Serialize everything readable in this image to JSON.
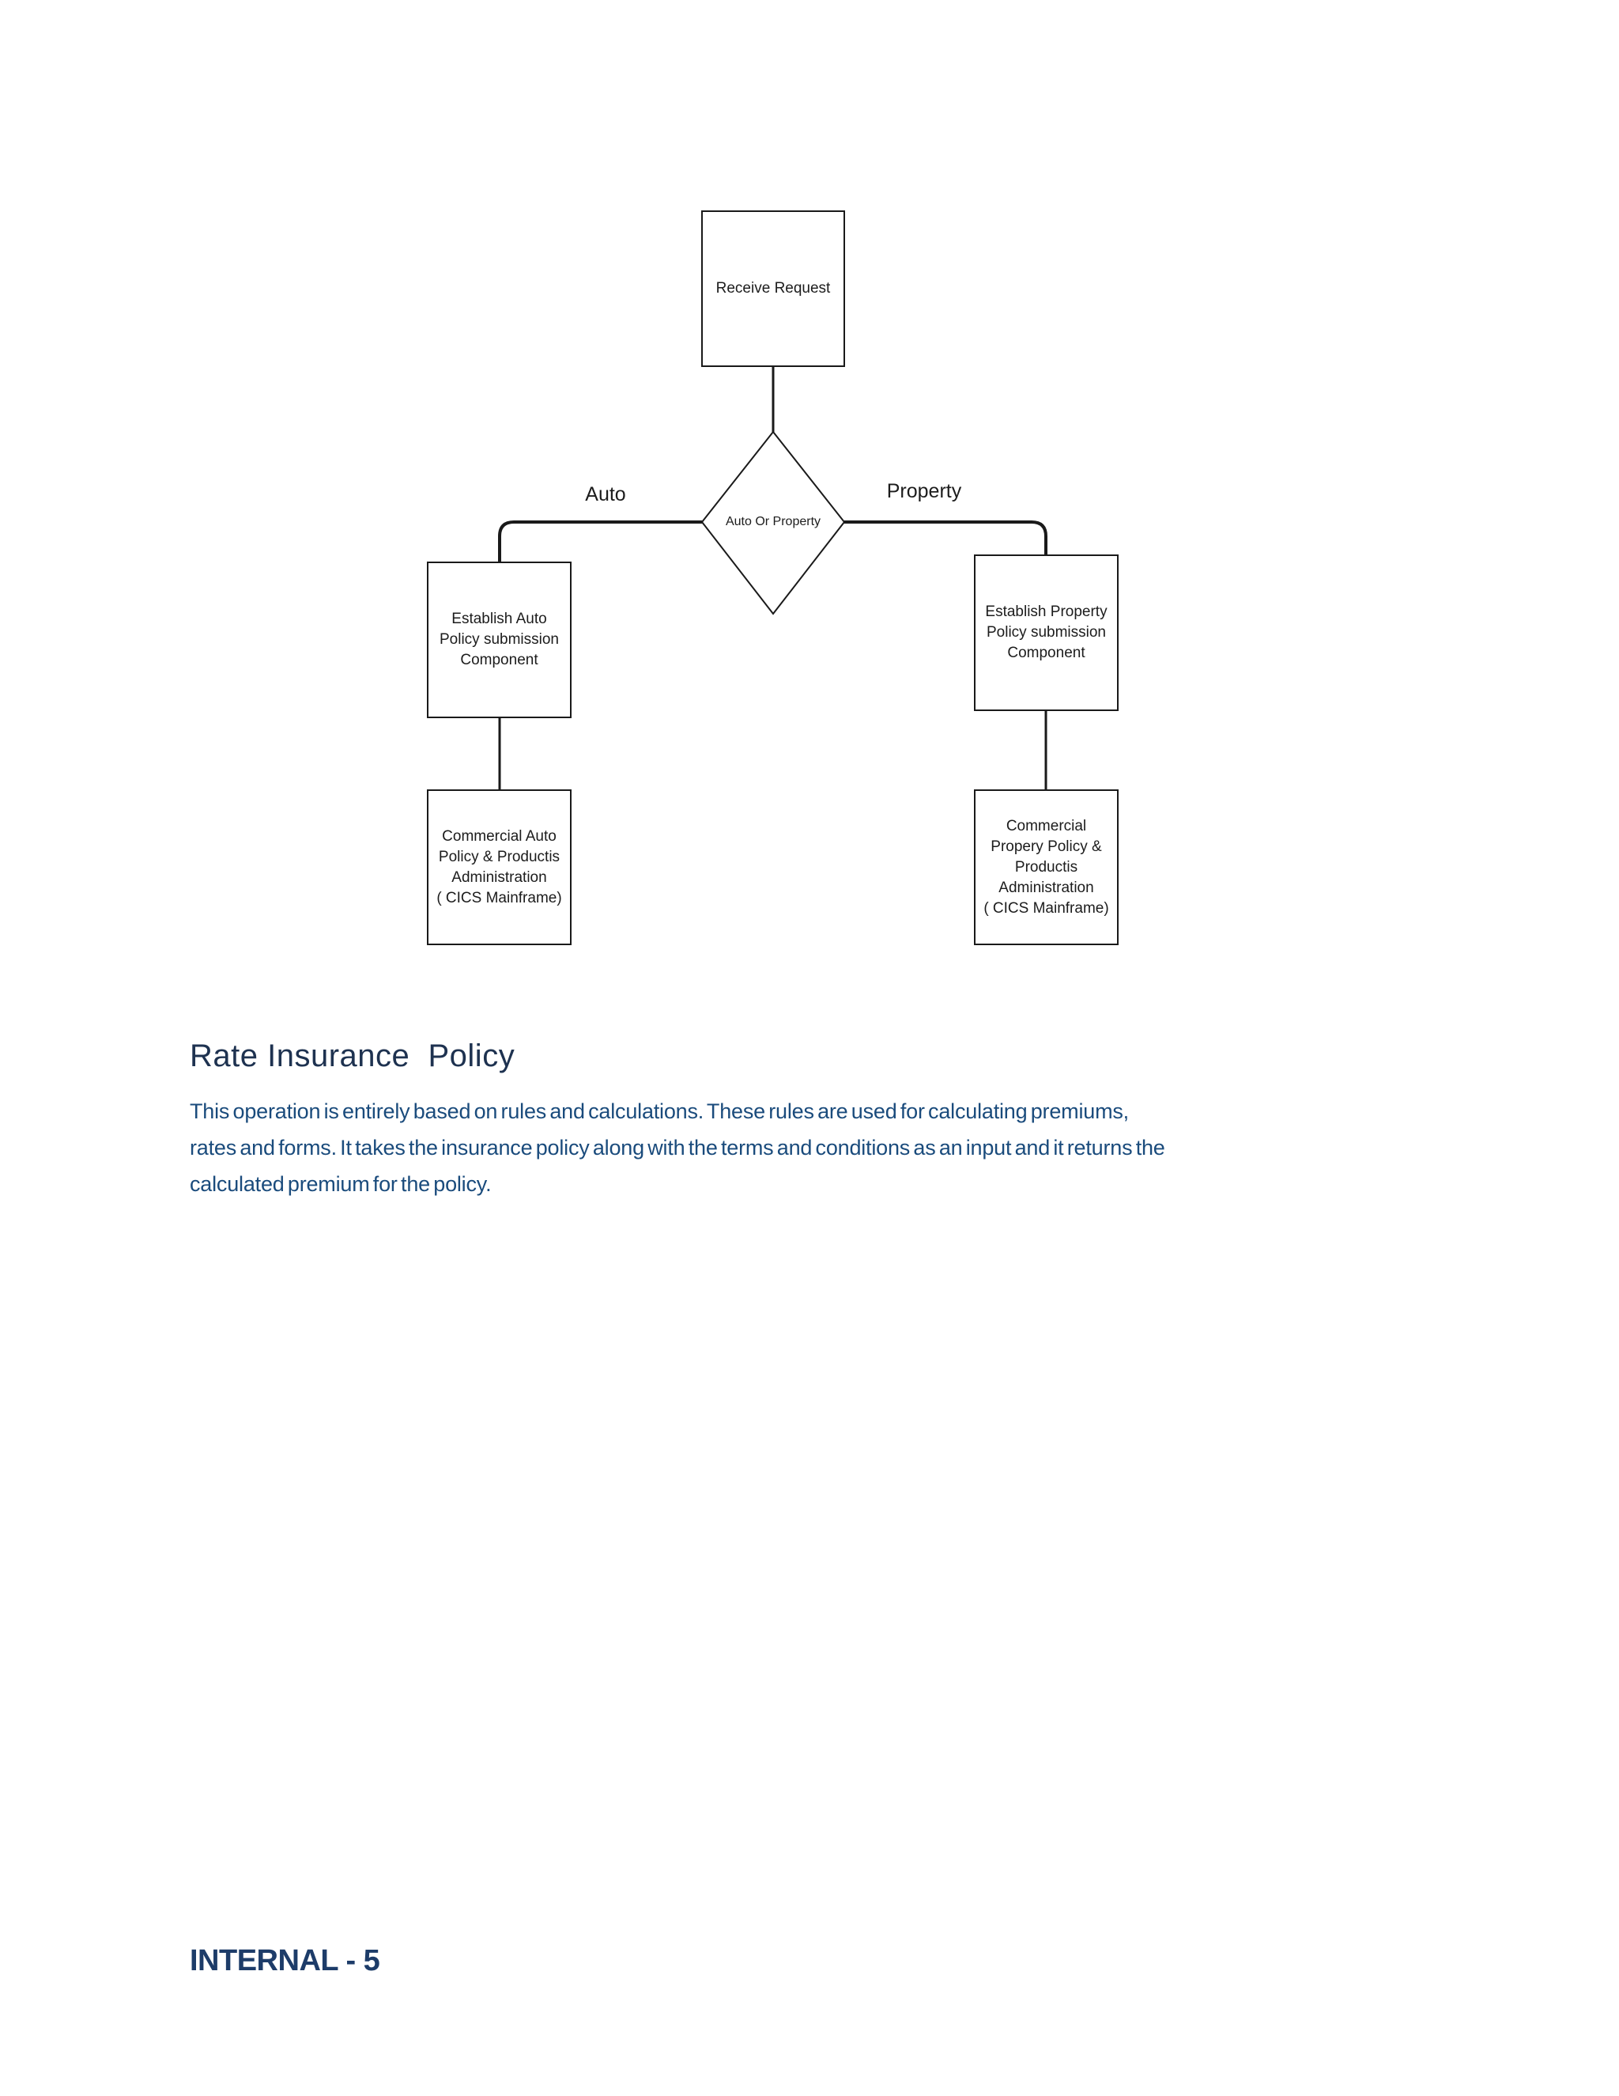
{
  "flowchart": {
    "nodes": {
      "receive_request": {
        "label": "Receive Request"
      },
      "decision": {
        "label": "Auto Or Property"
      },
      "establish_auto": {
        "label": "Establish Auto\nPolicy submission\nComponent"
      },
      "establish_property": {
        "label": "Establish Property\nPolicy submission\nComponent"
      },
      "commercial_auto": {
        "label": "Commercial Auto\nPolicy & Productis\nAdministration\n( CICS Mainframe)"
      },
      "commercial_property": {
        "label": "Commercial\nPropery Policy &\nProductis\nAdministration\n( CICS Mainframe)"
      }
    },
    "branch_labels": {
      "auto": "Auto",
      "property": "Property"
    },
    "line_color": "#1a1a1a"
  },
  "section": {
    "heading": "Rate Insurance  Policy",
    "body": "This operation is entirely based on rules and calculations. These rules are used for calculating premiums,\nrates and forms. It takes the insurance policy along with the terms and conditions as an input and it returns the\ncalculated premium for the policy."
  },
  "footer": {
    "label": "INTERNAL - 5"
  },
  "colors": {
    "heading_text": "#1e3250",
    "body_text": "#1a4b7c",
    "footer_text": "#1d3c69"
  }
}
